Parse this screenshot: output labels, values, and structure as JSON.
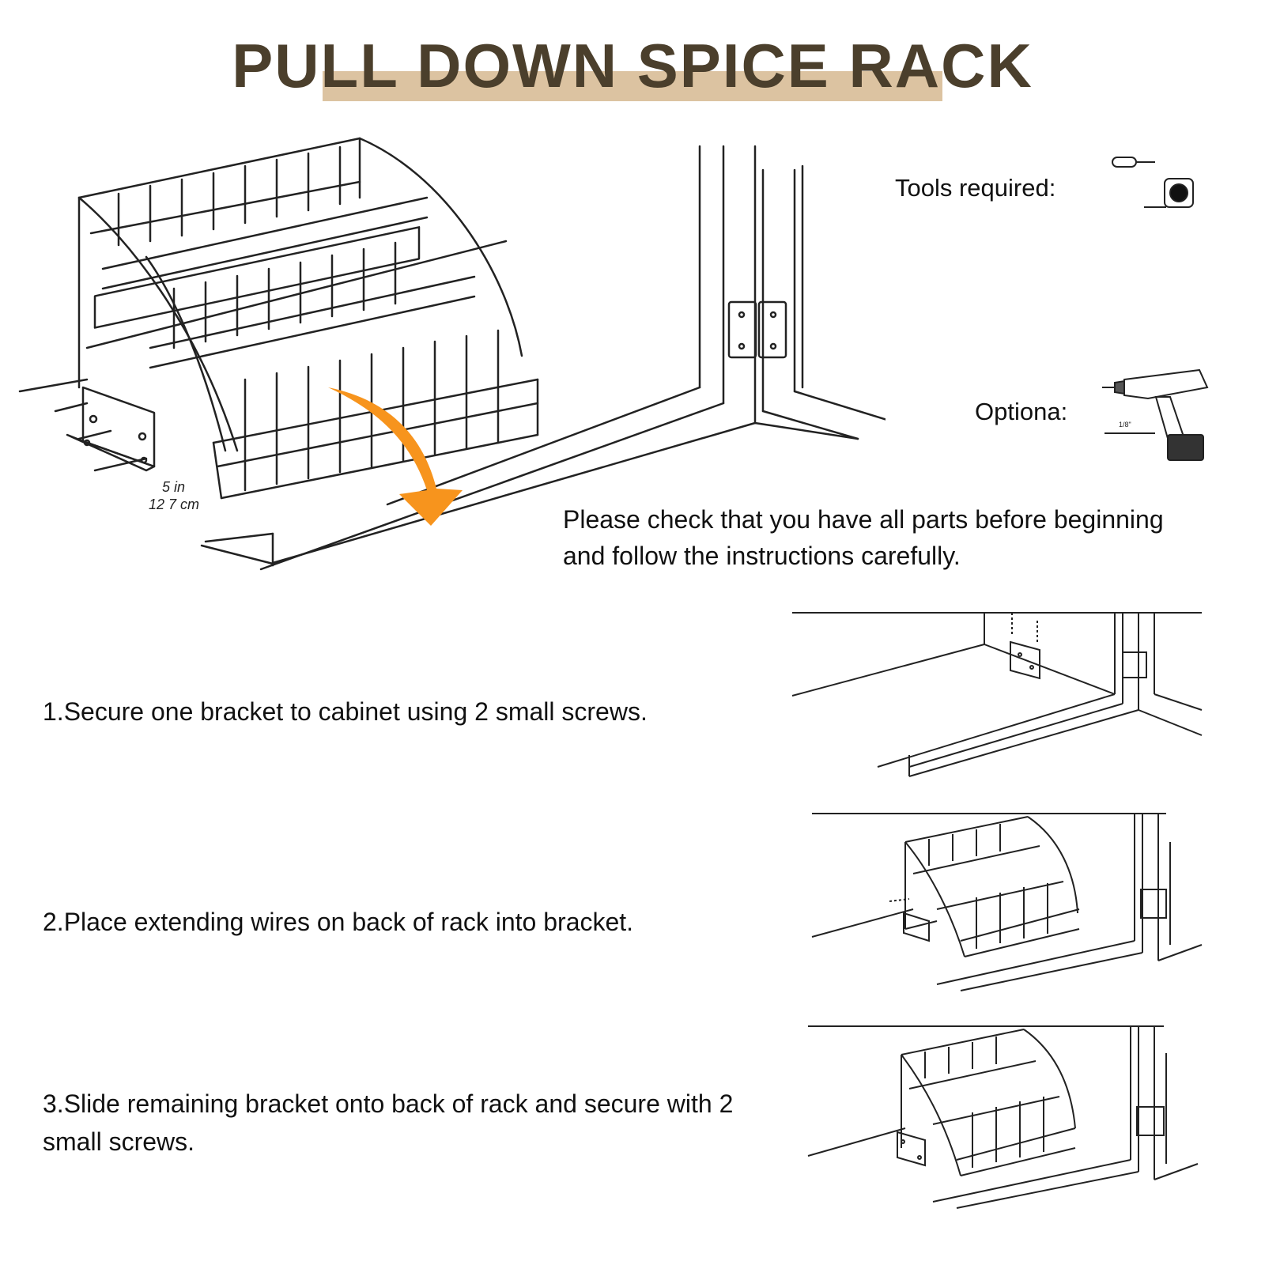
{
  "header": {
    "title": "PULL DOWN SPICE RACK",
    "accent_color": "#dcc3a1",
    "title_color": "#4b3f2c"
  },
  "tools": {
    "required_label": "Tools required:",
    "required_icons": [
      "screwdriver-icon",
      "tape-measure-icon"
    ],
    "optional_label": "Optiona:",
    "optional_icons": [
      "power-drill-icon",
      "drill-bit-icon"
    ],
    "drill_bit_size": "1/8\""
  },
  "main_diagram": {
    "measure_in": "5 in",
    "measure_cm": "12 7 cm",
    "arrow_color": "#f7941d"
  },
  "notice": "Please check that you have all parts before beginning and follow the instructions carefully.",
  "steps": [
    {
      "text": "1.Secure one bracket to cabinet using 2 small screws."
    },
    {
      "text": "2.Place extending wires on back of rack into bracket."
    },
    {
      "text": "3.Slide remaining bracket onto back of rack and secure with 2 small screws."
    }
  ]
}
